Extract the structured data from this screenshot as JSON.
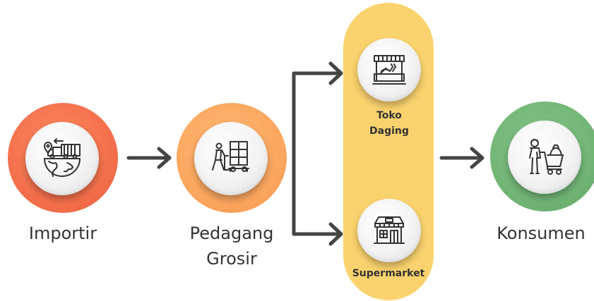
{
  "nodes": {
    "importir": {
      "label": "Importir",
      "icon": "globe-truck-icon",
      "color": "#f4704c"
    },
    "pedagang": {
      "label_line1": "Pedagang",
      "label_line2": "Grosir",
      "icon": "warehouse-worker-icon",
      "color": "#fca75f"
    },
    "toko": {
      "label_line1": "Toko",
      "label_line2": "Daging",
      "icon": "market-stall-icon"
    },
    "supermarket": {
      "label": "Supermarket",
      "icon": "store-icon"
    },
    "konsumen": {
      "label": "Konsumen",
      "icon": "shopper-cart-icon",
      "color": "#72b676"
    }
  },
  "retail_group": {
    "color": "#fbd36e"
  },
  "arrow_color": "#444444"
}
